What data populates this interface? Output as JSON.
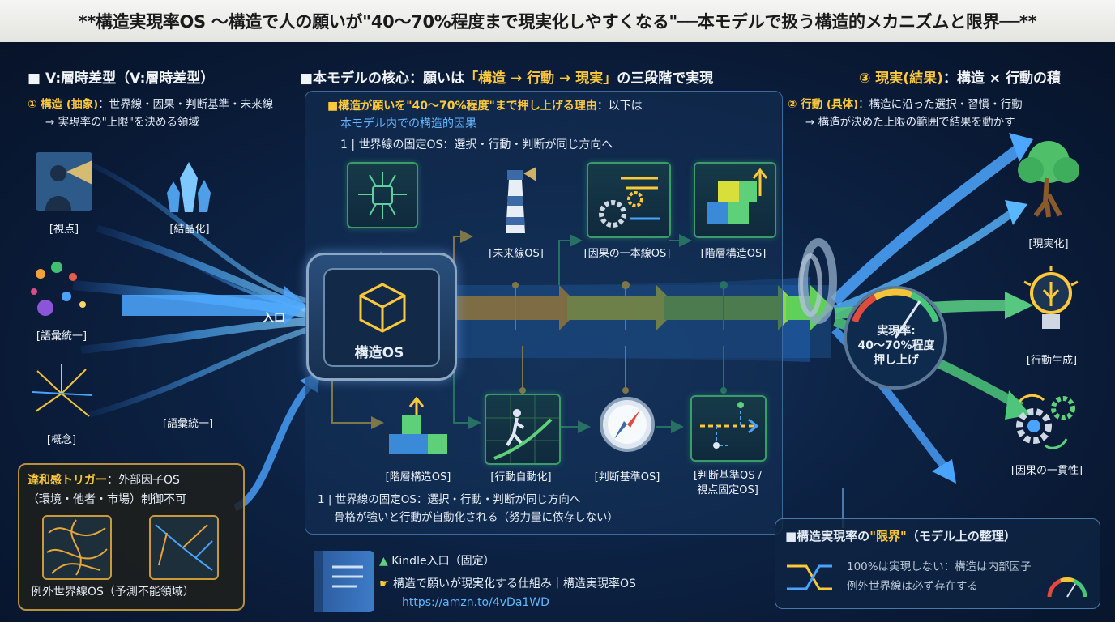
{
  "title": "**構造実現率OS 〜構造で人の願いが\"40〜70%程度まで現実化しやすくなる\"──本モデルで扱う構造的メカニズムと限界──**",
  "left": {
    "heading": "■ V:層時差型（V:層時差型）",
    "structure_label": "① 構造 (抽象)",
    "structure_desc": "：世界線・因果・判断基準・未来線",
    "structure_desc2": "→ 実現率の\"上限\"を決める領域",
    "icons": [
      {
        "label": "[視点]",
        "icon": "viewpoint-icon"
      },
      {
        "label": "[結晶化]",
        "icon": "crystal-icon"
      },
      {
        "label": "[語彙統一]",
        "icon": "dots-icon"
      },
      {
        "label": "[概念]",
        "icon": "sparks-icon"
      },
      {
        "label": "[語彙統一]",
        "icon": "none"
      }
    ],
    "entry_label": "入口"
  },
  "trigger": {
    "title": "違和感トリガー",
    "desc": "：外部因子OS",
    "desc2": "（環境・他者・市場）制御不可",
    "bottom": "例外世界線OS（予測不能領域）"
  },
  "center": {
    "heading_prefix": "■本モデルの核心：願いは",
    "heading_hl": "「構造 → 行動 → 現実」",
    "heading_suffix": "の三段階で実現",
    "panel_title_hl": "■構造が願いを\"40〜70%程度\"まで押し上げる理由",
    "panel_title_suffix": "：以下は",
    "panel_title2": "本モデル内での構造的因果",
    "point1": "1 | 世界線の固定OS：選択・行動・判断が同じ方向へ",
    "core_label": "構造OS",
    "top_nodes": [
      "[未来線OS]",
      "[因果の一本線OS]",
      "[階層構造OS]"
    ],
    "bottom_nodes": [
      "[階層構造OS]",
      "[行動自動化]",
      "[判断基準OS]",
      "[判断基準OS /",
      "視点固定OS]"
    ],
    "note1": "1 | 世界線の固定OS：選択・行動・判断が同じ方向へ",
    "note2": "骨格が強いと行動が自動化される（努力量に依存しない）"
  },
  "right": {
    "heading_hl": "③ 現実(結果)",
    "heading_suffix": "：構造 × 行動の積",
    "action_label": "② 行動 (具体)",
    "action_desc": "：構造に沿った選択・習慣・行動",
    "action_desc2": "→ 構造が決めた上限の範囲で結果を動かす",
    "gauge_line1": "実現率:",
    "gauge_line2": "40〜70%程度",
    "gauge_line3": "押し上げ",
    "gauge_value_low": 0.4,
    "gauge_value_high": 0.7,
    "outputs": [
      {
        "label": "[現実化]",
        "icon": "tree-icon"
      },
      {
        "label": "[行動生成]",
        "icon": "lightbulb-icon"
      },
      {
        "label": "[因果の一貫性]",
        "icon": "gears-icon"
      }
    ]
  },
  "limits": {
    "title_prefix": "■構造実現率の",
    "title_hl": "\"限界\"",
    "title_suffix": "（モデル上の整理）",
    "line1": "100%は実現しない：構造は内部因子",
    "line2": "例外世界線は必ず存在する"
  },
  "kindle": {
    "line1": "Kindle入口（固定）",
    "line2": "構造で願いが現実化する仕組み｜構造実現率OS",
    "url": "https://amzn.to/4vDa1WD"
  },
  "colors": {
    "accent": "#ffc93c",
    "green": "#3fbf6f",
    "blue": "#49a7ff",
    "background": "#0a1a33"
  }
}
